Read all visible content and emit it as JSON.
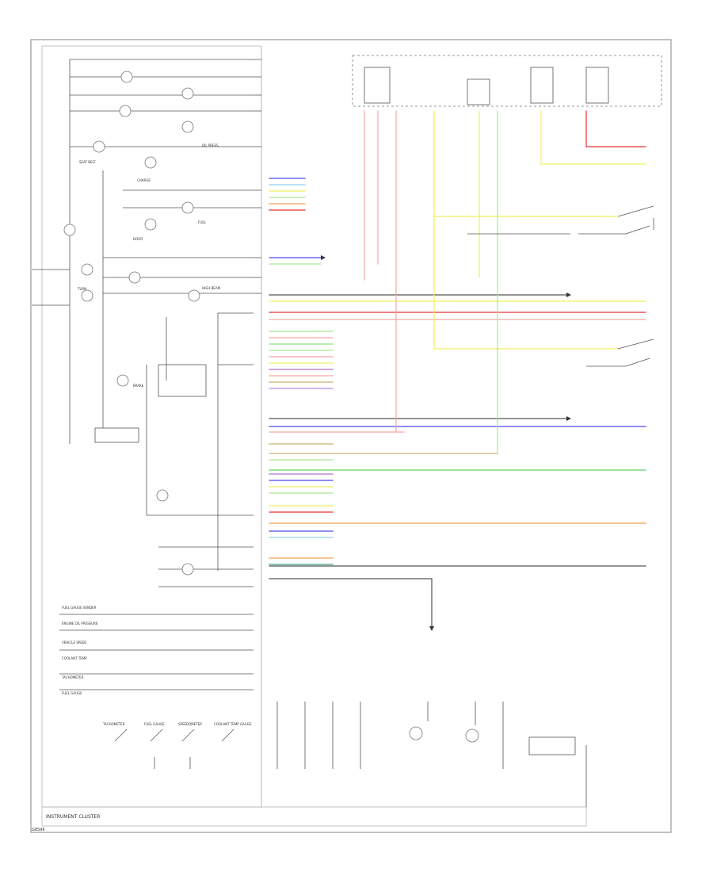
{
  "footer": {
    "title": "INSTRUMENT CLUSTER",
    "code": "G8S96"
  },
  "cluster": {
    "indicators": [
      {
        "id": "i1",
        "label": "CHARGE"
      },
      {
        "id": "i2",
        "label": "OIL PRESS"
      },
      {
        "id": "i3",
        "label": "FUEL"
      },
      {
        "id": "i4",
        "label": "DOOR"
      },
      {
        "id": "i5",
        "label": "SEAT BELT"
      },
      {
        "id": "i6",
        "label": "TURN"
      },
      {
        "id": "i7",
        "label": "HIGH BEAM"
      },
      {
        "id": "i8",
        "label": "BRAKE"
      }
    ],
    "gauges": [
      {
        "id": "g1",
        "label": "FUEL GAUGE SENDER"
      },
      {
        "id": "g2",
        "label": "ENGINE OIL PRESSURE"
      },
      {
        "id": "g3",
        "label": "VEHICLE SPEED"
      },
      {
        "id": "g4",
        "label": "COOLANT TEMP"
      },
      {
        "id": "g5",
        "label": "TACHOMETER"
      },
      {
        "id": "g6",
        "label": "FUEL GAUGE"
      }
    ],
    "meters": [
      {
        "id": "m1",
        "label": "TACHOMETER"
      },
      {
        "id": "m2",
        "label": "FUEL GAUGE"
      },
      {
        "id": "m3",
        "label": "SPEEDOMETER"
      },
      {
        "id": "m4",
        "label": "COOLANT TEMP GAUGE"
      }
    ]
  },
  "colors": {
    "pink": "#f4a6a6",
    "red": "#e83030",
    "yellow": "#f0f060",
    "green": "#a8e890",
    "blue": "#4a4ae8",
    "orange": "#f0a050",
    "lightblue": "#8fd0f0",
    "gray": "#555555",
    "tan": "#c8b070",
    "purple": "#b070d0",
    "violet": "#b090f0",
    "lightgreen": "#90e080",
    "lime": "#60d060",
    "bluegreen": "#40a080",
    "frame": "#9a9a9a"
  }
}
